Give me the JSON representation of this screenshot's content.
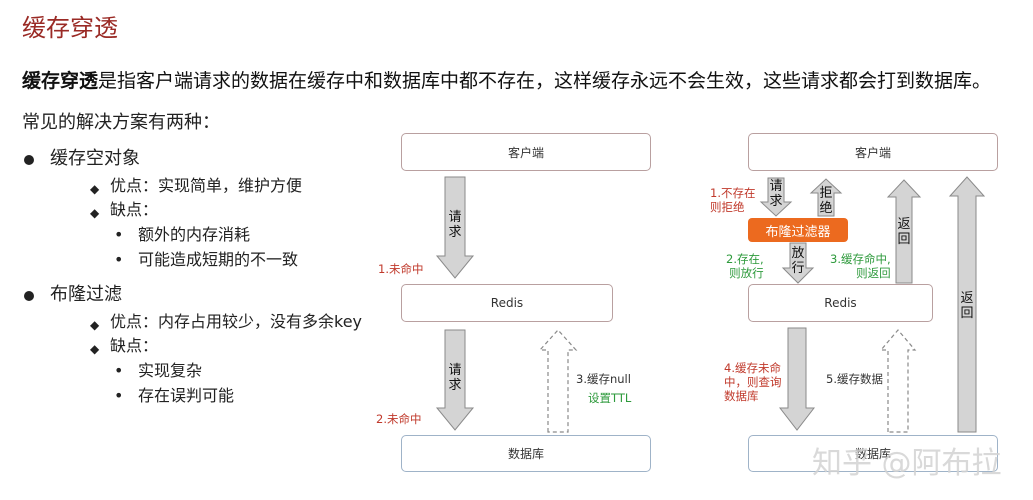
{
  "title": "缓存穿透",
  "intro": {
    "bold": "缓存穿透",
    "rest": "是指客户端请求的数据在缓存中和数据库中都不存在，这样缓存永远不会生效，这些请求都会打到数据库。"
  },
  "subtitle": "常见的解决方案有两种：",
  "solutions": [
    {
      "label": "缓存空对象",
      "pros": "优点：实现简单，维护方便",
      "cons": "缺点：",
      "cons_items": [
        "额外的内存消耗",
        "可能造成短期的不一致"
      ]
    },
    {
      "label": "布隆过滤",
      "pros": "优点：内存占用较少，没有多余key",
      "cons": "缺点：",
      "cons_items": [
        "实现复杂",
        "存在误判可能"
      ]
    }
  ],
  "diagram1": {
    "client": "客户端",
    "redis": "Redis",
    "db": "数据库",
    "req1": "请求",
    "req2": "请求",
    "miss1": "1.未命中",
    "miss2": "2.未命中",
    "cache_null": "3.缓存null",
    "set_ttl": "设置TTL"
  },
  "diagram2": {
    "client": "客户端",
    "filter": "布隆过滤器",
    "redis": "Redis",
    "db": "数据库",
    "req": "请求",
    "reject": "拒绝",
    "pass": "放行",
    "ret1": "返回",
    "ret2": "返回",
    "not_exist_1": "1.不存在",
    "not_exist_2": "则拒绝",
    "exist_1": "2.存在,",
    "exist_2": "则放行",
    "hit_1": "3.缓存命中,",
    "hit_2": "则返回",
    "miss_1": "4.缓存未命",
    "miss_2": "中，则查询",
    "miss_3": "数据库",
    "cache_data": "5.缓存数据"
  },
  "watermark": "知乎 @阿布拉"
}
